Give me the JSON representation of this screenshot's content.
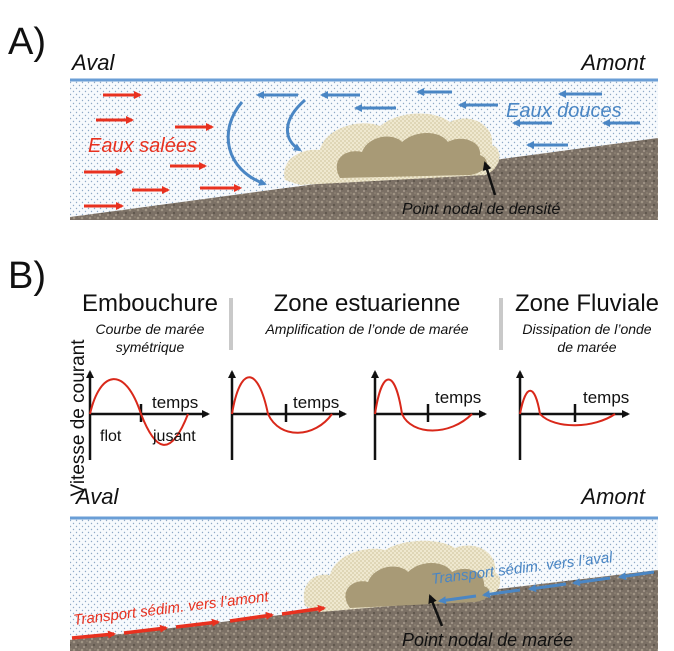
{
  "colors": {
    "salt": "#e8311f",
    "fresh": "#4a86c4",
    "water_line": "#6a9ed6",
    "bed": "#7d7266",
    "sediment": "#a89a76",
    "sediment_light": "#ddd3b0",
    "curve": "#d9281a"
  },
  "panel_a": {
    "letter": "A)",
    "left_label": "Aval",
    "right_label": "Amont",
    "salt_label": "Eaux salées",
    "fresh_label": "Eaux douces",
    "node_label": "Point nodal de densité"
  },
  "panel_b": {
    "letter": "B)",
    "y_axis_label": "Vitesse de courant",
    "zones": [
      {
        "title": "Embouchure",
        "subtitle_1": "Courbe de marée",
        "subtitle_2": "symétrique"
      },
      {
        "title": "Zone estuarienne",
        "subtitle_1": "Amplification de l’onde de marée",
        "subtitle_2": ""
      },
      {
        "title": "Zone Fluviale",
        "subtitle_1": "Dissipation de l’onde",
        "subtitle_2": "de marée"
      }
    ],
    "time_label": "temps",
    "flood_label": "flot",
    "ebb_label": "jusant",
    "left_label": "Aval",
    "right_label": "Amont",
    "upstream_transport": "Transport sédim. vers l’amont",
    "downstream_transport": "Transport sédim. vers l’aval",
    "node_label": "Point nodal de marée"
  }
}
